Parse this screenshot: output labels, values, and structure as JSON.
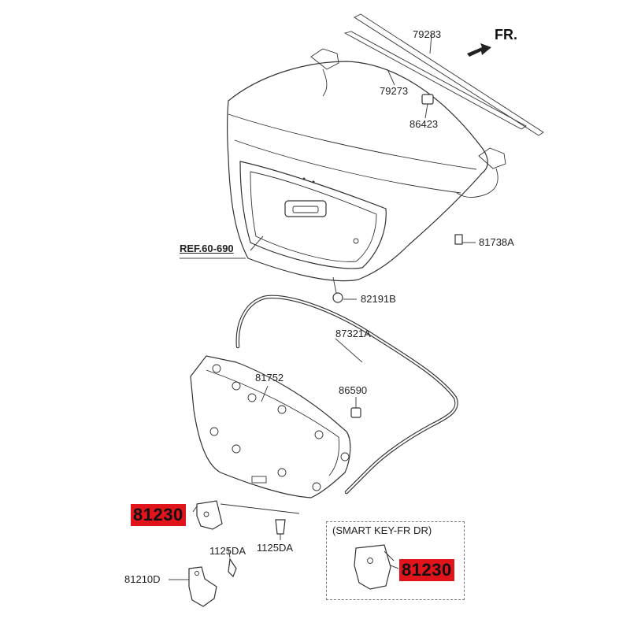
{
  "direction": {
    "label": "FR."
  },
  "reference": {
    "label": "REF.60-690"
  },
  "parts": {
    "p79283": "79283",
    "p79273": "79273",
    "p86423": "86423",
    "p81738A": "81738A",
    "p82191B": "82191B",
    "p87321A": "87321A",
    "p81752": "81752",
    "p86590": "86590",
    "p1125DA_a": "1125DA",
    "p1125DA_b": "1125DA",
    "p81210D": "81210D"
  },
  "highlighted": {
    "main": "81230",
    "smart": "81230",
    "color": "#e1141c"
  },
  "smart_key": {
    "caption": "(SMART KEY-FR DR)"
  }
}
